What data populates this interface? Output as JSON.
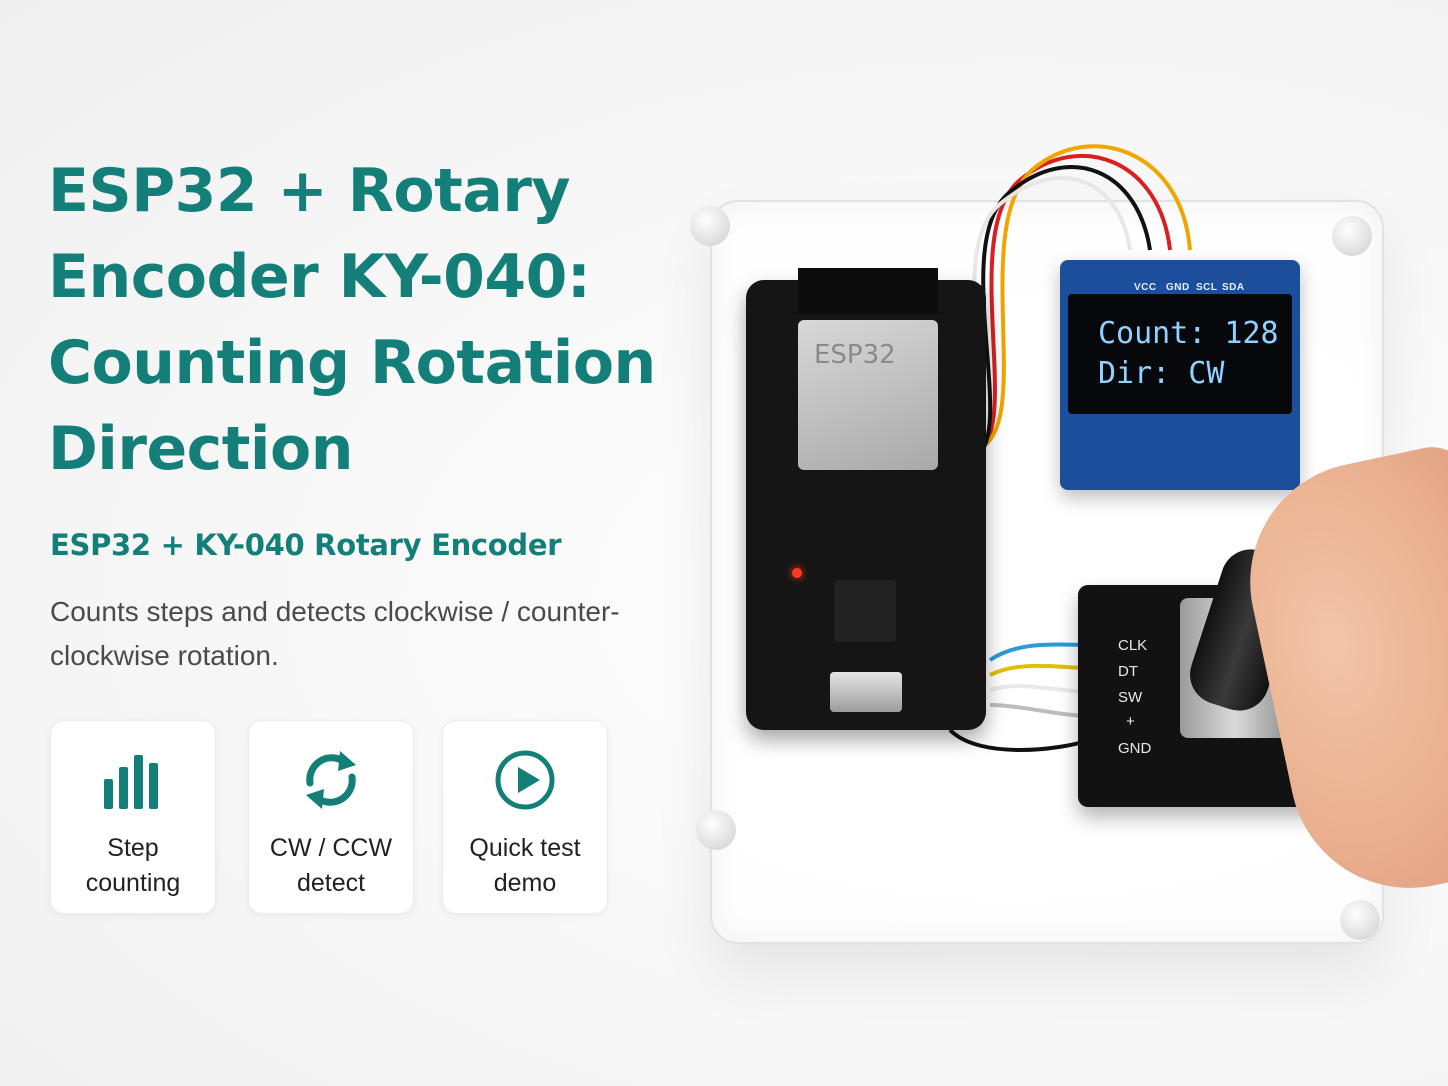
{
  "header": {
    "title": "ESP32 + Rotary Encoder KY-040: Counting Rotation Direction",
    "subtitle": "ESP32 + KY-040 Rotary Encoder",
    "description": "Counts steps and detects clockwise / counter-clockwise rotation."
  },
  "features": [
    {
      "icon": "bar-chart-icon",
      "line1": "Step",
      "line2": "counting"
    },
    {
      "icon": "rotate-arrows-icon",
      "line1": "CW / CCW",
      "line2": "detect"
    },
    {
      "icon": "play-icon",
      "line1": "Quick test",
      "line2": "demo"
    }
  ],
  "hardware": {
    "esp_chip_label": "ESP32",
    "oled_pins": [
      "VCC",
      "GND",
      "SCL",
      "SDA"
    ],
    "oled_line1": "Count: 128",
    "oled_line2": "Dir: CW",
    "encoder_pins": [
      "CLK",
      "DT",
      "SW",
      "+",
      "GND"
    ]
  },
  "colors": {
    "accent": "#137f78",
    "body_text": "#4a4a4a",
    "oled_text": "#8fd2ff",
    "oled_board": "#1b4f9c"
  }
}
